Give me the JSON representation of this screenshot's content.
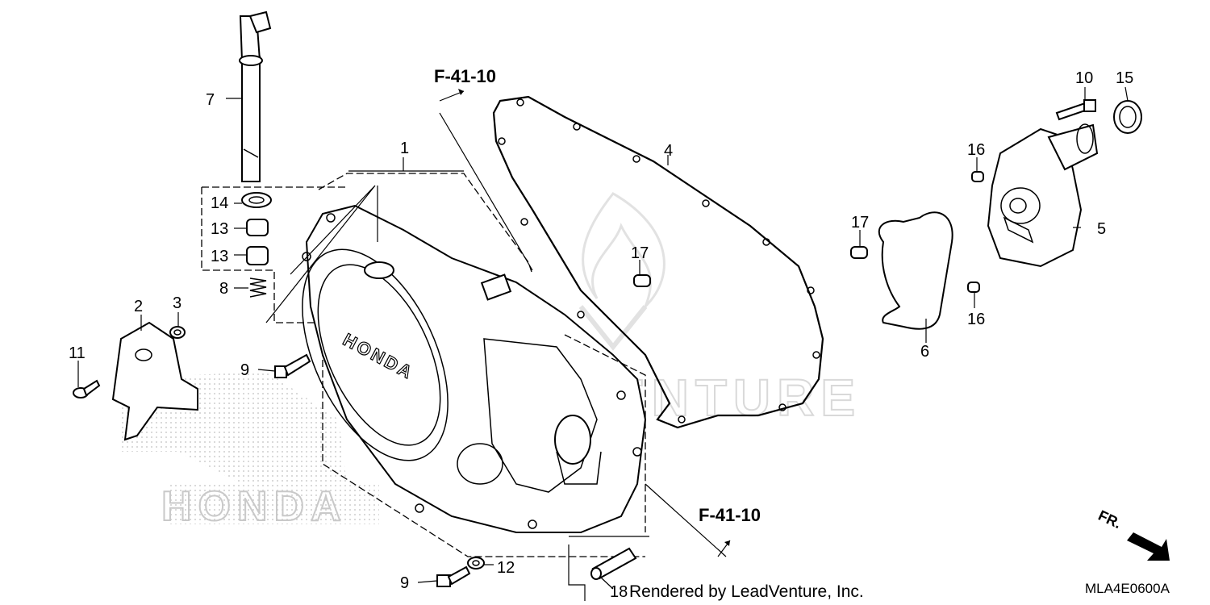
{
  "diagram": {
    "callouts": {
      "p1": "1",
      "p2": "2",
      "p3": "3",
      "p4": "4",
      "p5": "5",
      "p6": "6",
      "p7": "7",
      "p8": "8",
      "p9a": "9",
      "p9b": "9",
      "p10": "10",
      "p11": "11",
      "p12": "12",
      "p13a": "13",
      "p13b": "13",
      "p14": "14",
      "p15": "15",
      "p16a": "16",
      "p16b": "16",
      "p17a": "17",
      "p17b": "17",
      "p18": "18"
    },
    "references": {
      "top": "F-41-10",
      "bottom": "F-41-10"
    },
    "direction_label": "FR.",
    "diagram_code": "MLA4E0600A",
    "cover_logo_text": "HONDA",
    "watermark_text": "LEADVENTURE",
    "background_logo_text": "HONDA",
    "credit": "Rendered by LeadVenture, Inc."
  }
}
